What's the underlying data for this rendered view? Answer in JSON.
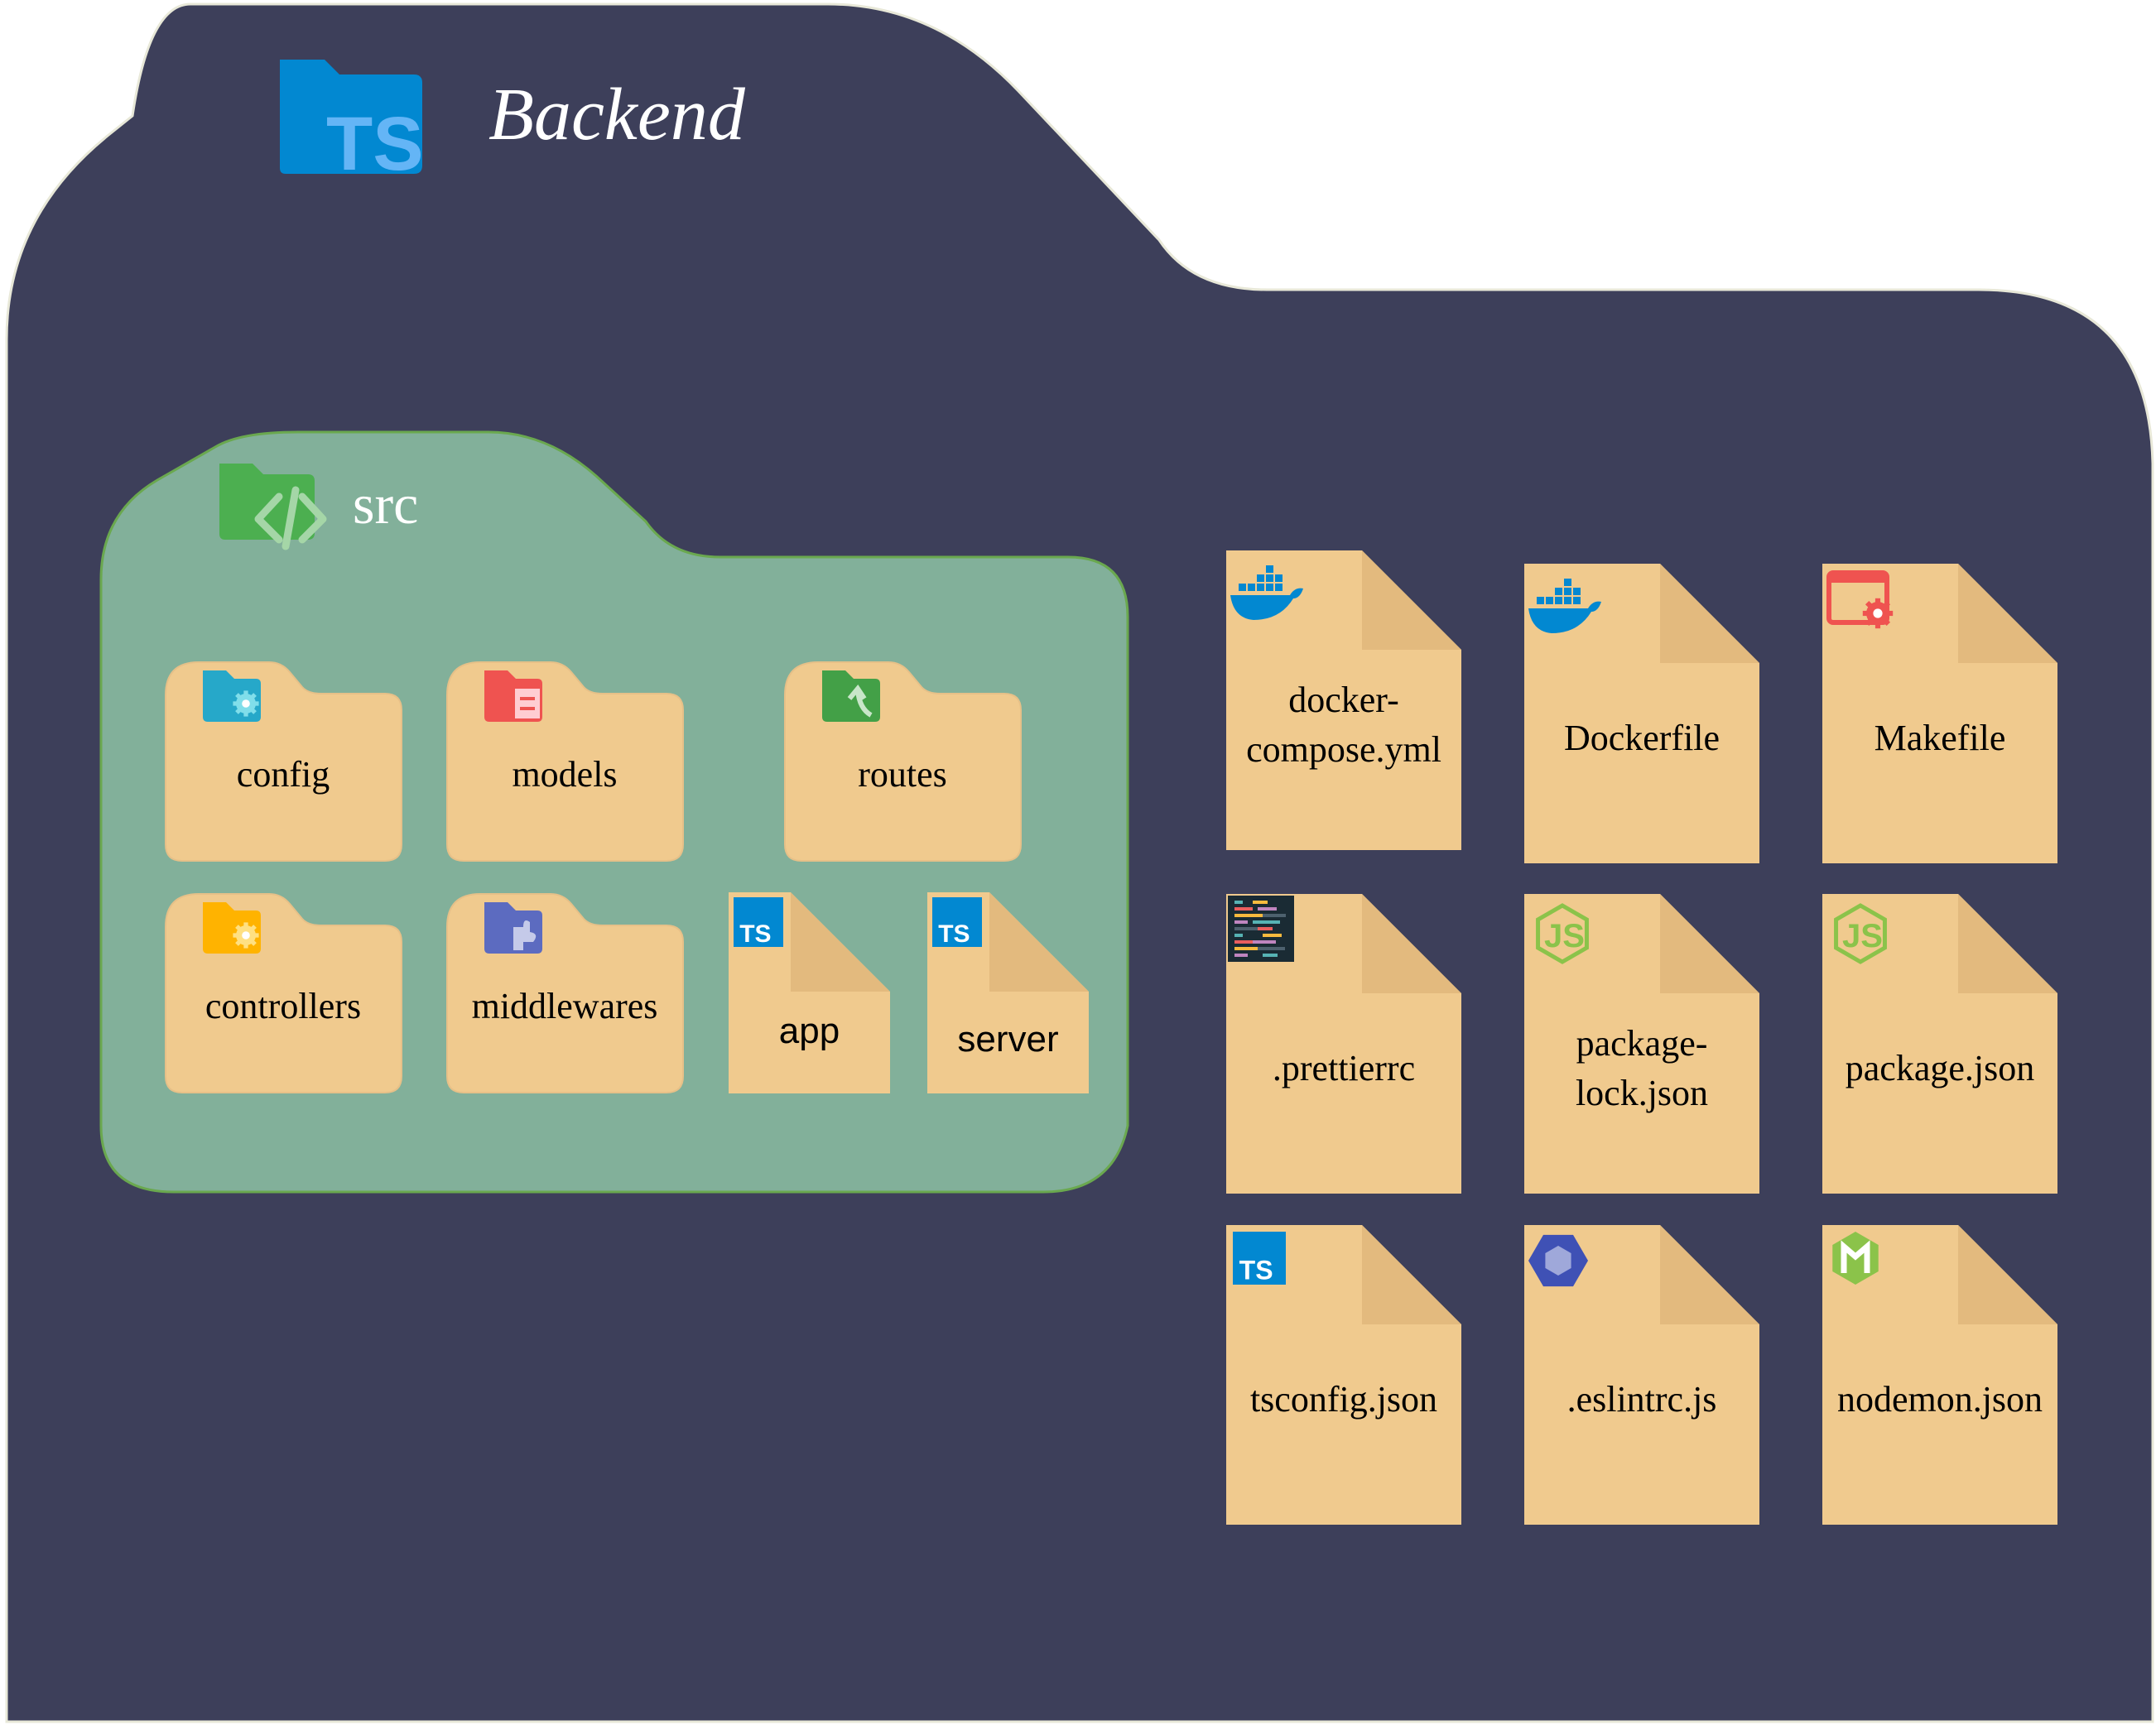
{
  "colors": {
    "background_folder": "#3d3f5a",
    "src_folder": "#82b09a",
    "src_folder_border": "#6aa84f",
    "item_fill": "#f0ca8e",
    "item_fold": "#e3ba7e",
    "ts_blue": "#0288d1",
    "ts_light": "#64b5f6"
  },
  "backend": {
    "title": "Backend",
    "icon": "typescript-folder-icon"
  },
  "src": {
    "title": "src",
    "icon": "code-folder-icon",
    "folders": [
      {
        "label": "config",
        "icon": "config-folder-icon",
        "color": "#26a8c9"
      },
      {
        "label": "models",
        "icon": "models-folder-icon",
        "color": "#ef5350"
      },
      {
        "label": "routes",
        "icon": "routes-folder-icon",
        "color": "#43a047"
      },
      {
        "label": "controllers",
        "icon": "controllers-folder-icon",
        "color": "#ffb300"
      },
      {
        "label": "middlewares",
        "icon": "middlewares-folder-icon",
        "color": "#5c6bc0"
      }
    ],
    "files": [
      {
        "label": "app",
        "icon": "typescript-file-icon"
      },
      {
        "label": "server",
        "icon": "typescript-file-icon"
      }
    ]
  },
  "root_files": [
    {
      "label_lines": [
        "docker-",
        "compose.yml"
      ],
      "icon": "docker-icon"
    },
    {
      "label_lines": [
        "Dockerfile"
      ],
      "icon": "docker-icon"
    },
    {
      "label_lines": [
        "Makefile"
      ],
      "icon": "makefile-gear-icon"
    },
    {
      "label_lines": [
        ".prettierrc"
      ],
      "icon": "prettier-icon"
    },
    {
      "label_lines": [
        "package-",
        "lock.json"
      ],
      "icon": "nodejs-icon"
    },
    {
      "label_lines": [
        "package.json"
      ],
      "icon": "nodejs-icon"
    },
    {
      "label_lines": [
        "tsconfig.json"
      ],
      "icon": "typescript-file-icon"
    },
    {
      "label_lines": [
        ".eslintrc.js"
      ],
      "icon": "eslint-icon"
    },
    {
      "label_lines": [
        "nodemon.json"
      ],
      "icon": "nodemon-icon"
    }
  ]
}
